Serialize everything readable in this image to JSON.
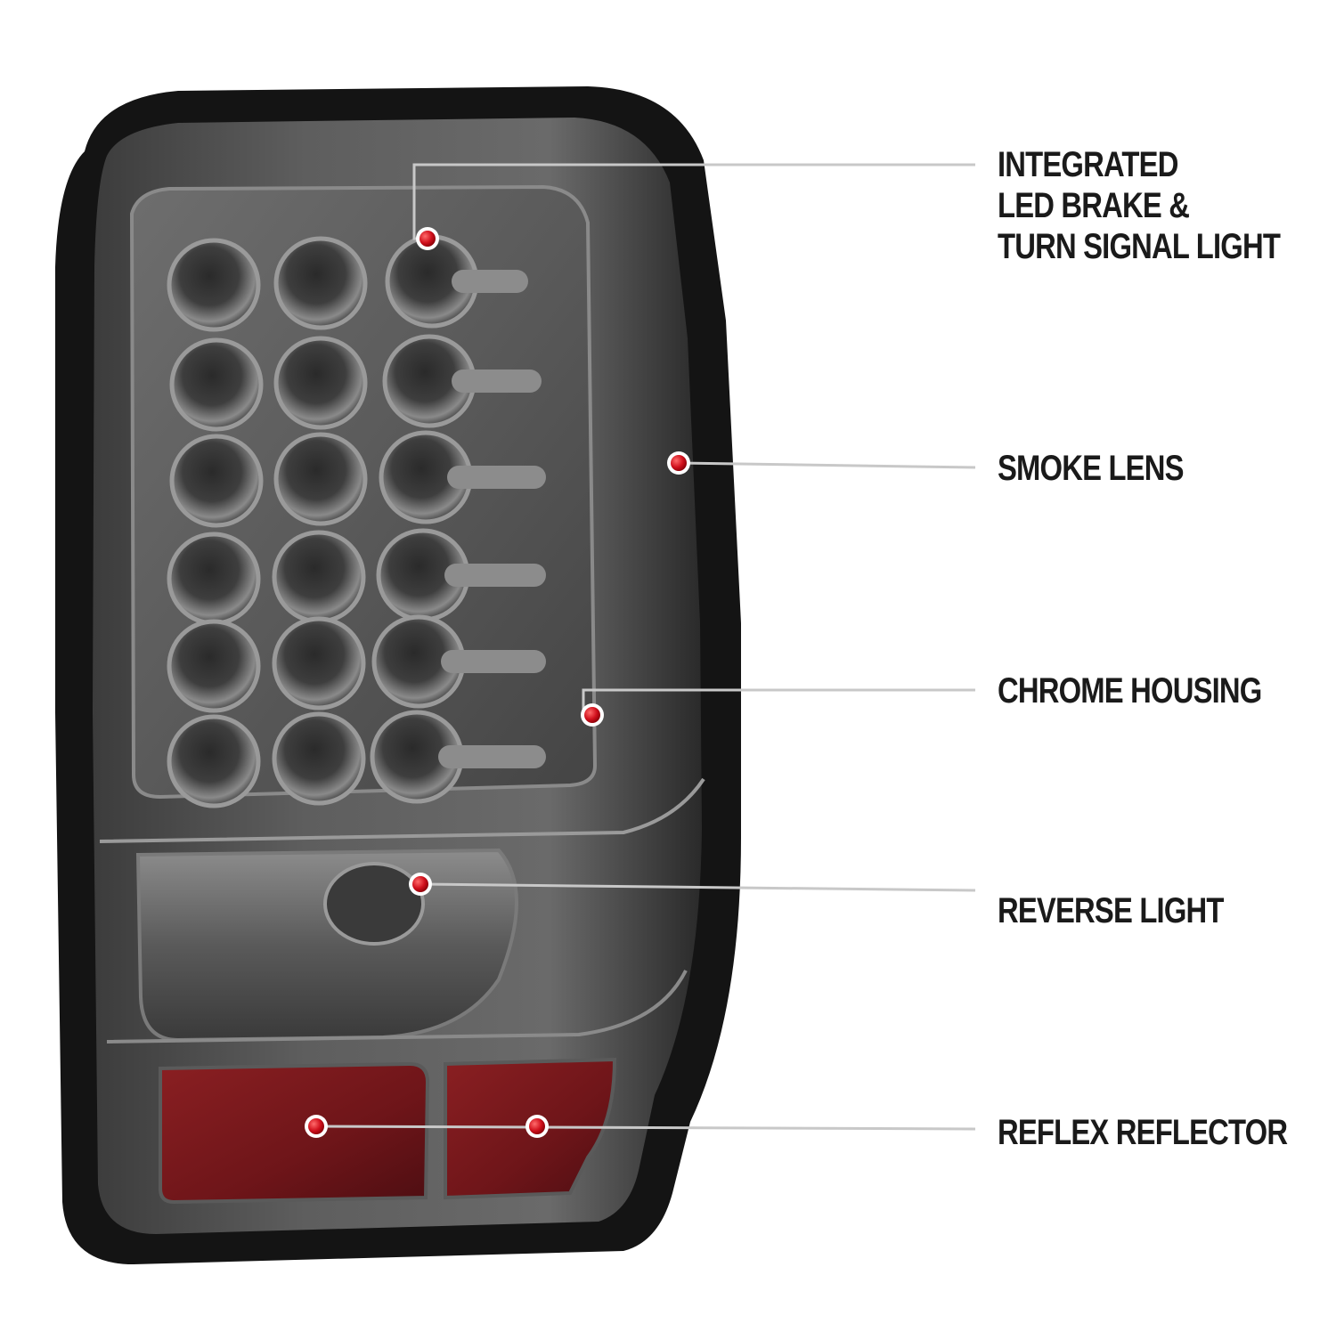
{
  "callouts": [
    {
      "id": "integrated-led",
      "lines": [
        "INTEGRATED",
        "LED BRAKE &",
        "TURN SIGNAL LIGHT"
      ]
    },
    {
      "id": "smoke-lens",
      "lines": [
        "SMOKE LENS"
      ]
    },
    {
      "id": "chrome-housing",
      "lines": [
        "CHROME HOUSING"
      ]
    },
    {
      "id": "reverse-light",
      "lines": [
        "REVERSE LIGHT"
      ]
    },
    {
      "id": "reflex-reflector",
      "lines": [
        "REFLEX REFLECTOR"
      ]
    }
  ],
  "colors": {
    "marker": "#d0101c",
    "leader_line": "#c8c8c8",
    "label_text": "#1a1a1a",
    "housing_dark": "#141414",
    "lens_smoke": "#5a5a5a",
    "reflector_red": "#7a1a1e"
  }
}
